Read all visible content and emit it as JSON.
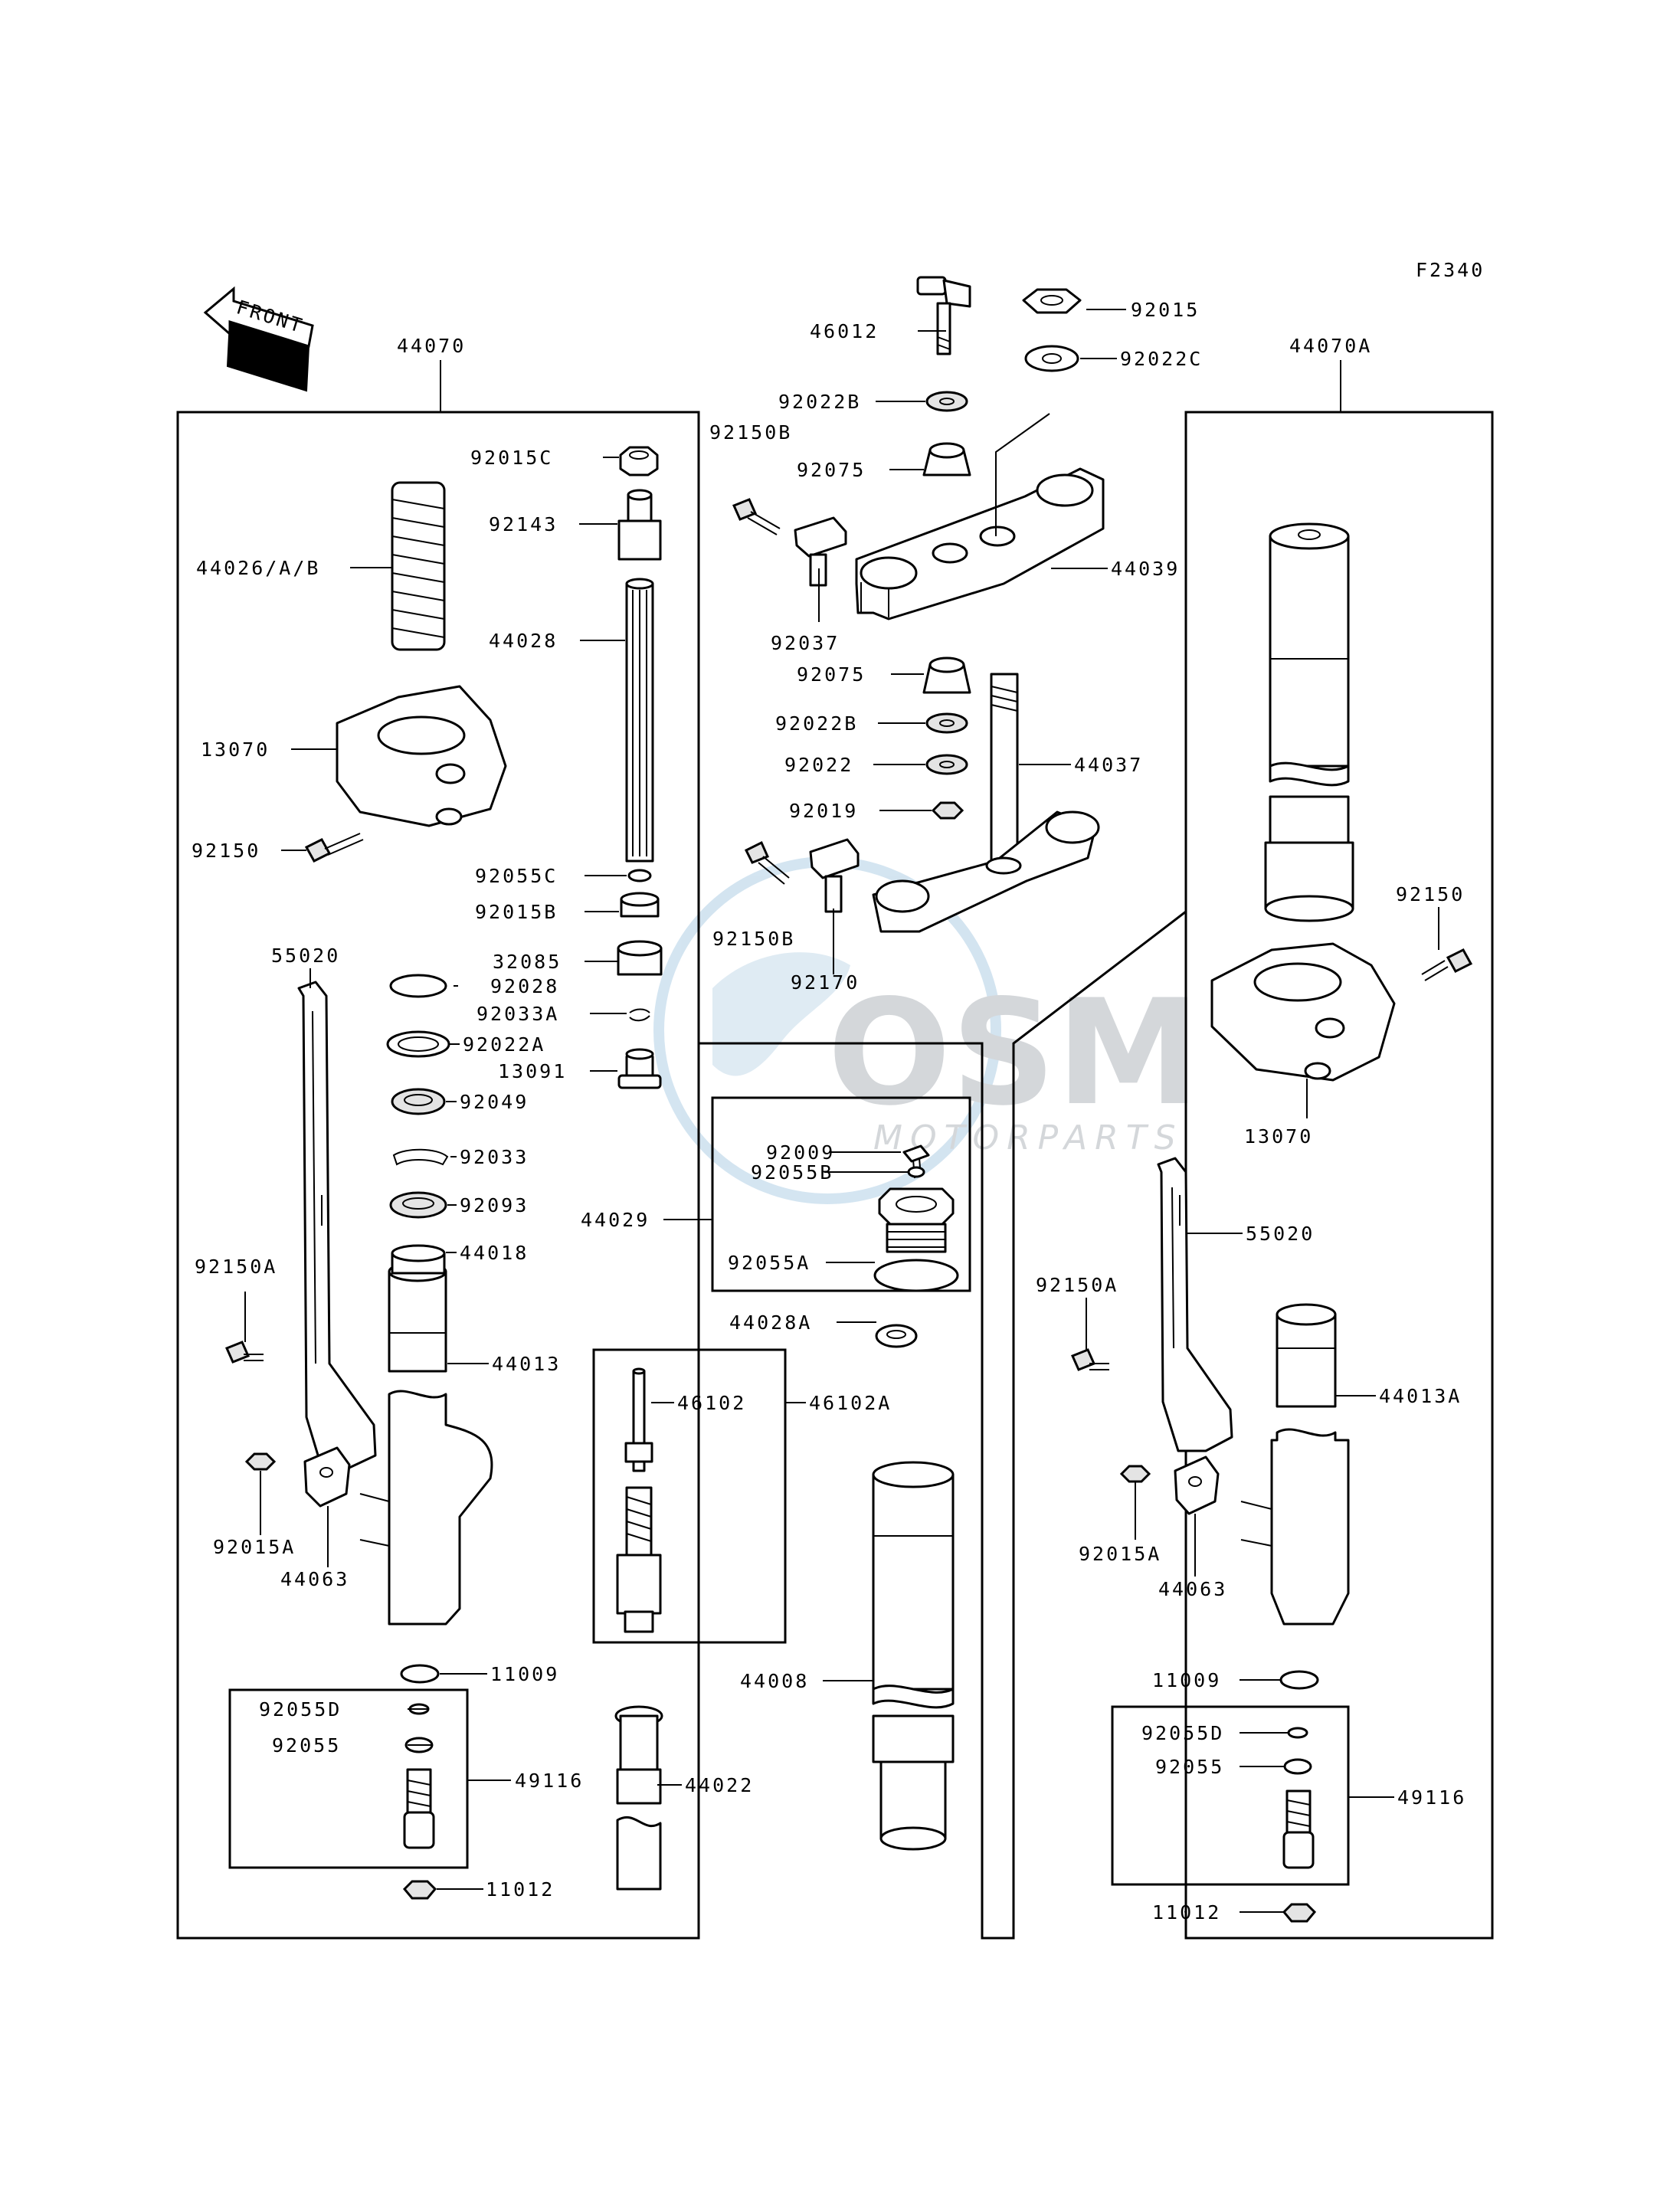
{
  "figure_code": "F2340",
  "front_arrow_label": "FRONT",
  "watermark": {
    "logo": "OSM",
    "subtitle": "MOTORPARTS"
  },
  "groups": {
    "left_fork": "44070",
    "right_fork": "44070A"
  },
  "labels": {
    "p46012": "46012",
    "p92015": "92015",
    "p92022C": "92022C",
    "p92022B_top": "92022B",
    "p92150B_top": "92150B",
    "p92075_top": "92075",
    "p44039": "44039",
    "p92037": "92037",
    "p92075_mid": "92075",
    "p92022B_mid": "92022B",
    "p92022": "92022",
    "p44037": "44037",
    "p92019": "92019",
    "p92150B_bot": "92150B",
    "p92170": "92170",
    "p92015C": "92015C",
    "p92143": "92143",
    "p44026": "44026/A/B",
    "p44028": "44028",
    "p13070_l": "13070",
    "p92150_l": "92150",
    "p92055C": "92055C",
    "p92015B": "92015B",
    "p32085": "32085",
    "p55020_l": "55020",
    "p92028": "92028",
    "p92033A": "92033A",
    "p92022A": "92022A",
    "p13091": "13091",
    "p92049": "92049",
    "p92033": "92033",
    "p92093": "92093",
    "p44018": "44018",
    "p92150A_l": "92150A",
    "p44013": "44013",
    "p92015A_l": "92015A",
    "p44063_l": "44063",
    "p11009_l": "11009",
    "p92055D_l": "92055D",
    "p92055_l": "92055",
    "p49116_l": "49116",
    "p11012_l": "11012",
    "p92009": "92009",
    "p92055B": "92055B",
    "p44029": "44029",
    "p92055A": "92055A",
    "p44028A": "44028A",
    "p46102": "46102",
    "p46102A": "46102A",
    "p44008": "44008",
    "p44022": "44022",
    "p92150_r": "92150",
    "p13070_r": "13070",
    "p55020_r": "55020",
    "p92150A_r": "92150A",
    "p44013A": "44013A",
    "p92015A_r": "92015A",
    "p44063_r": "44063",
    "p11009_r": "11009",
    "p92055D_r": "92055D",
    "p92055_r": "92055",
    "p49116_r": "49116",
    "p11012_r": "11012"
  }
}
